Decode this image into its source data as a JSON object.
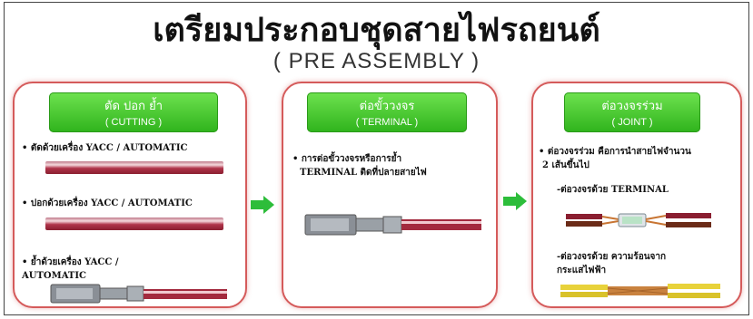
{
  "header": {
    "title": "เตรียมประกอบชุดสายไฟรถยนต์",
    "subtitle": "( PRE ASSEMBLY )"
  },
  "panels": [
    {
      "title": "ตัด ปอก ย้ำ",
      "subtitle": "( CUTTING )",
      "items": [
        "• ตัดด้วยเครื่อง YACC / AUTOMATIC",
        "• ปอกด้วยเครื่อง YACC / AUTOMATIC",
        "• ย้ำด้วยเครื่อง YACC /",
        "AUTOMATIC"
      ]
    },
    {
      "title": "ต่อขั้ววงจร",
      "subtitle": "( TERMINAL )",
      "items": [
        "• การต่อขั้ววงจรหรือการย้ำ",
        "TERMINAL ติดที่ปลายสายไฟ"
      ]
    },
    {
      "title": "ต่อวงจรร่วม",
      "subtitle": "( JOINT )",
      "items": [
        "• ต่อวงจรร่วม คือการนำสายไฟจำนวน",
        "2 เส้นขึ้นไป",
        "-ต่อวงจรด้วย TERMINAL",
        "-ต่อวงจรด้วย ความร้อนจาก",
        "กระแสไฟฟ้า"
      ]
    }
  ],
  "colors": {
    "panel_border": "#d55b5b",
    "pill_green": "#3cc428",
    "arrow_green": "#2dbd3a",
    "wire_red": "#a32a3e"
  },
  "icons": [
    "arrow-right-icon",
    "arrow-right-icon"
  ]
}
